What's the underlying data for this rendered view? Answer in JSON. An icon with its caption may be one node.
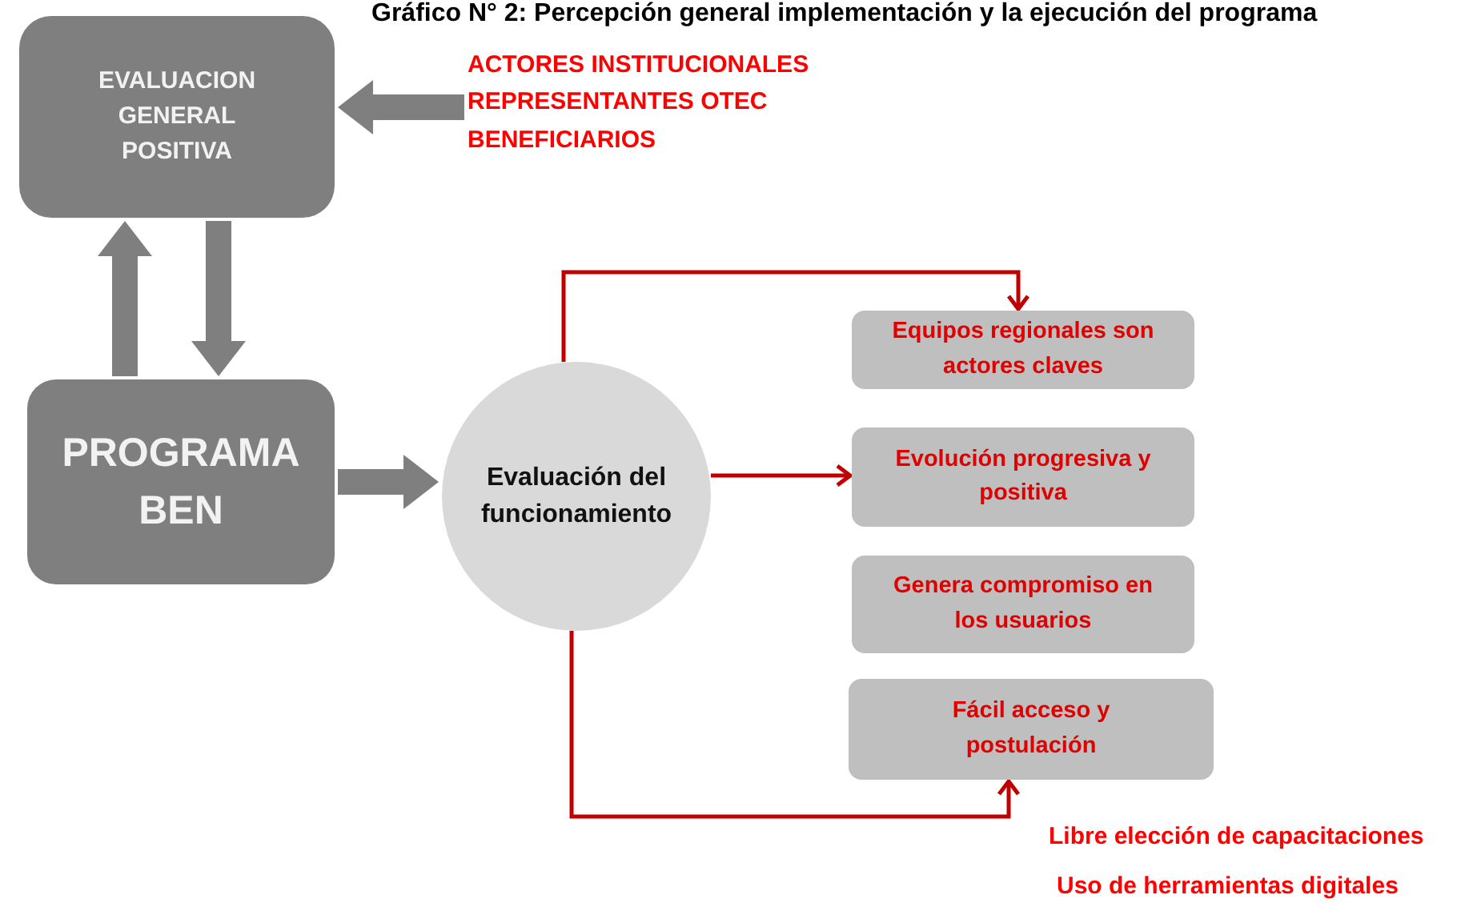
{
  "diagram": {
    "title": "Gráfico N° 2: Percepción general implementación y la ejecución del programa",
    "nodes": [
      {
        "text": [
          "EVALUACION GENERAL POSITIVA"
        ]
      },
      {
        "text": [
          "ACTORES INSTITUCIONALES",
          "REPRESENTANTES OTEC",
          "BENEFICIARIOS"
        ]
      },
      {
        "text": [
          "PROGRAMA BEN"
        ]
      },
      {
        "text": [
          "Evaluación del funcionamiento"
        ]
      },
      {
        "text": [
          "Equipos regionales  son actores claves"
        ]
      },
      {
        "text": [
          "Evolución progresiva y positiva"
        ]
      },
      {
        "text": [
          "Genera compromiso en los usuarios"
        ]
      },
      {
        "text": [
          "Fácil acceso y postulación"
        ]
      }
    ],
    "edges": [
      {
        "from": 1,
        "to": 0,
        "arrow": "to"
      },
      {
        "from": 2,
        "to": 0,
        "arrow": "to"
      },
      {
        "from": 0,
        "to": 2,
        "arrow": "to"
      },
      {
        "from": 2,
        "to": 3,
        "arrow": "to"
      },
      {
        "from": 3,
        "to": 4,
        "arrow": "to",
        "color": "#c00000"
      },
      {
        "from": 3,
        "to": 5,
        "arrow": "to",
        "color": "#c00000"
      },
      {
        "from": 3,
        "to": 7,
        "arrow": "to",
        "color": "#c00000"
      }
    ],
    "labels": [
      "Libre elección de capacitaciones",
      "Uso de herramientas digitales"
    ]
  }
}
